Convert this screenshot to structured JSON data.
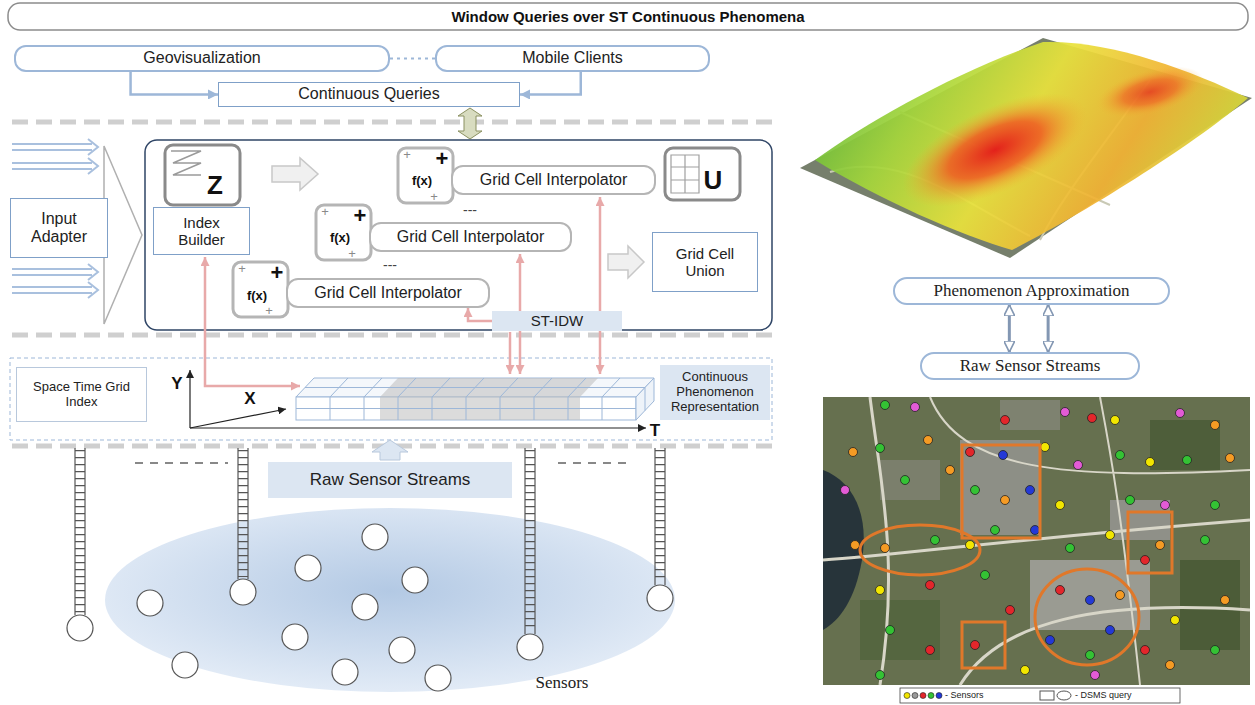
{
  "diagram": {
    "title": "Window Queries over ST Continuous Phenomena",
    "nodes": [
      {
        "text": [
          "Geovisualization"
        ]
      },
      {
        "text": [
          "Mobile Clients"
        ]
      },
      {
        "text": [
          "Continuous Queries"
        ]
      },
      {
        "text": [
          "Input Adapter"
        ]
      },
      {
        "text": [
          "Index Builder"
        ]
      },
      {
        "text": [
          "Grid Cell Interpolator"
        ]
      },
      {
        "text": [
          "Grid Cell Interpolator"
        ]
      },
      {
        "text": [
          "Grid Cell Union"
        ]
      },
      {
        "text": [
          "Grid Cell Interpolator"
        ]
      },
      {
        "text": [
          "ST-IDW"
        ]
      },
      {
        "text": [
          "Space Time Grid Index"
        ]
      },
      {
        "text": [
          "Continuous Phenomenon Representation"
        ]
      },
      {
        "text": [
          "Raw Sensor Streams"
        ]
      },
      {
        "text": [
          "Phenomenon Approximation"
        ]
      },
      {
        "text": [
          "Raw Sensor Streams"
        ]
      }
    ],
    "edges": [
      {
        "from": 0,
        "to": 2,
        "arrow": "to"
      },
      {
        "from": 1,
        "to": 2,
        "arrow": "to"
      },
      {
        "from": 0,
        "to": 1,
        "arrow": "none"
      },
      {
        "from": 9,
        "to": 8,
        "arrow": "to"
      },
      {
        "from": 13,
        "to": 14,
        "arrow": "both"
      },
      {
        "from": 13,
        "to": 14,
        "arrow": "both"
      }
    ],
    "labels": [
      "Z",
      "f(x)",
      "+",
      "+",
      "+",
      "U",
      "---",
      "f(x)",
      "+",
      "+",
      "+",
      "---",
      "f(x)",
      "+",
      "+",
      "+",
      "Y",
      "X",
      "T",
      "Sensors"
    ],
    "legend": [
      {
        "text": "- Sensors"
      },
      {
        "text": "- DSMS query"
      }
    ]
  }
}
